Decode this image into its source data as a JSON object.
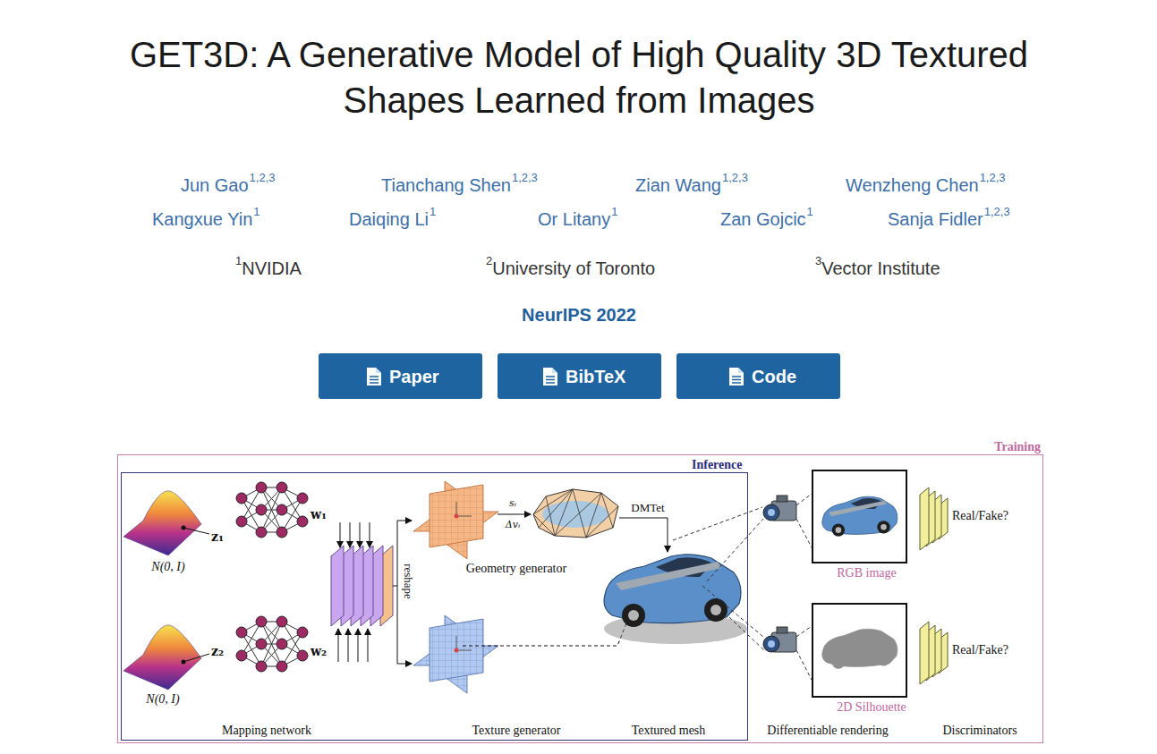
{
  "diagram": {
    "title": "GET3D: A Generative Model of High Quality 3D Textured Shapes Learned from Images",
    "nodes": [
      {
        "text": [
          "Paper"
        ]
      },
      {
        "text": [
          "BibTeX"
        ]
      },
      {
        "text": [
          "Code"
        ]
      },
      {
        "text": [
          "Training"
        ]
      },
      {
        "text": [
          "Inference"
        ],
        "in": 3
      },
      {
        "text": [
          "RGB image"
        ],
        "in": 3
      },
      {
        "text": [
          "2D Silhouette"
        ],
        "in": 3
      }
    ],
    "labels": [
      "Jun Gao",
      "1,2,3",
      "Tianchang Shen",
      "1,2,3",
      "Zian Wang",
      "1,2,3",
      "Wenzheng Chen",
      "1,2,3",
      "Kangxue Yin",
      "1",
      "Daiqing Li",
      "1",
      "Or Litany",
      "1",
      "Zan Gojcic",
      "1",
      "Sanja Fidler",
      "1,2,3",
      "1",
      "NVIDIA",
      "2",
      "University of Toronto",
      "3",
      "Vector Institute",
      "NeurIPS 2022",
      "N(0, I)",
      "z₁",
      "w₁",
      "reshape",
      "sᵢ",
      "Δvᵢ",
      "DMTet",
      "Geometry generator",
      "N(0, I)",
      "z₂",
      "w₂",
      "Real/Fake?",
      "Real/Fake?",
      "Mapping network",
      "Texture generator",
      "Textured mesh",
      "Differentiable rendering",
      "Discriminators"
    ]
  }
}
